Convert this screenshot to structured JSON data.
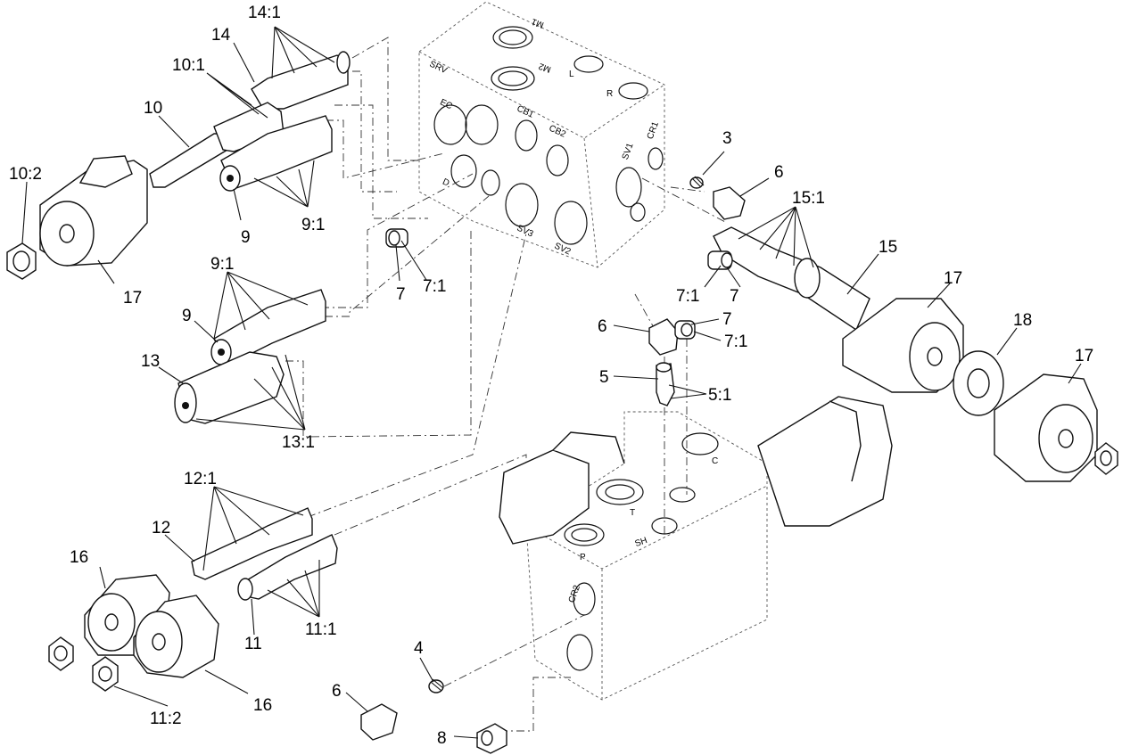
{
  "callouts": {
    "c14_1": "14:1",
    "c14": "14",
    "c10_1": "10:1",
    "c10": "10",
    "c10_2": "10:2",
    "c9_top": "9",
    "c9_1_top": "9:1",
    "c17_left": "17",
    "c9_1_mid": "9:1",
    "c9_mid": "9",
    "c13": "13",
    "c13_1": "13:1",
    "c7_left": "7",
    "c7_1_left": "7:1",
    "c3": "3",
    "c6_right": "6",
    "c15_1": "15:1",
    "c15": "15",
    "c7_1_right": "7:1",
    "c7_right": "7",
    "c17_right_a": "17",
    "c18": "18",
    "c17_right_b": "17",
    "c6_mid": "6",
    "c7_mid": "7",
    "c7_1_mid": "7:1",
    "c5": "5",
    "c5_1": "5:1",
    "c12_1": "12:1",
    "c12": "12",
    "c16_left": "16",
    "c11": "11",
    "c11_1": "11:1",
    "c16_bottom": "16",
    "c11_2": "11:2",
    "c4": "4",
    "c6_bottom": "6",
    "c8": "8"
  },
  "ports": {
    "m1": "M1",
    "m2": "M2",
    "l": "L",
    "r": "R",
    "srv": "SRV",
    "ec": "EC",
    "cb1": "CB1",
    "cb2": "CB2",
    "sv1": "SV1",
    "cr1": "CR1",
    "d": "D",
    "sv3": "SV3",
    "sv2": "SV2",
    "c": "C",
    "t": "T",
    "sh": "SH",
    "p": "P",
    "cr2": "CR2"
  },
  "colors": {
    "line": "#111111",
    "background": "#ffffff"
  }
}
